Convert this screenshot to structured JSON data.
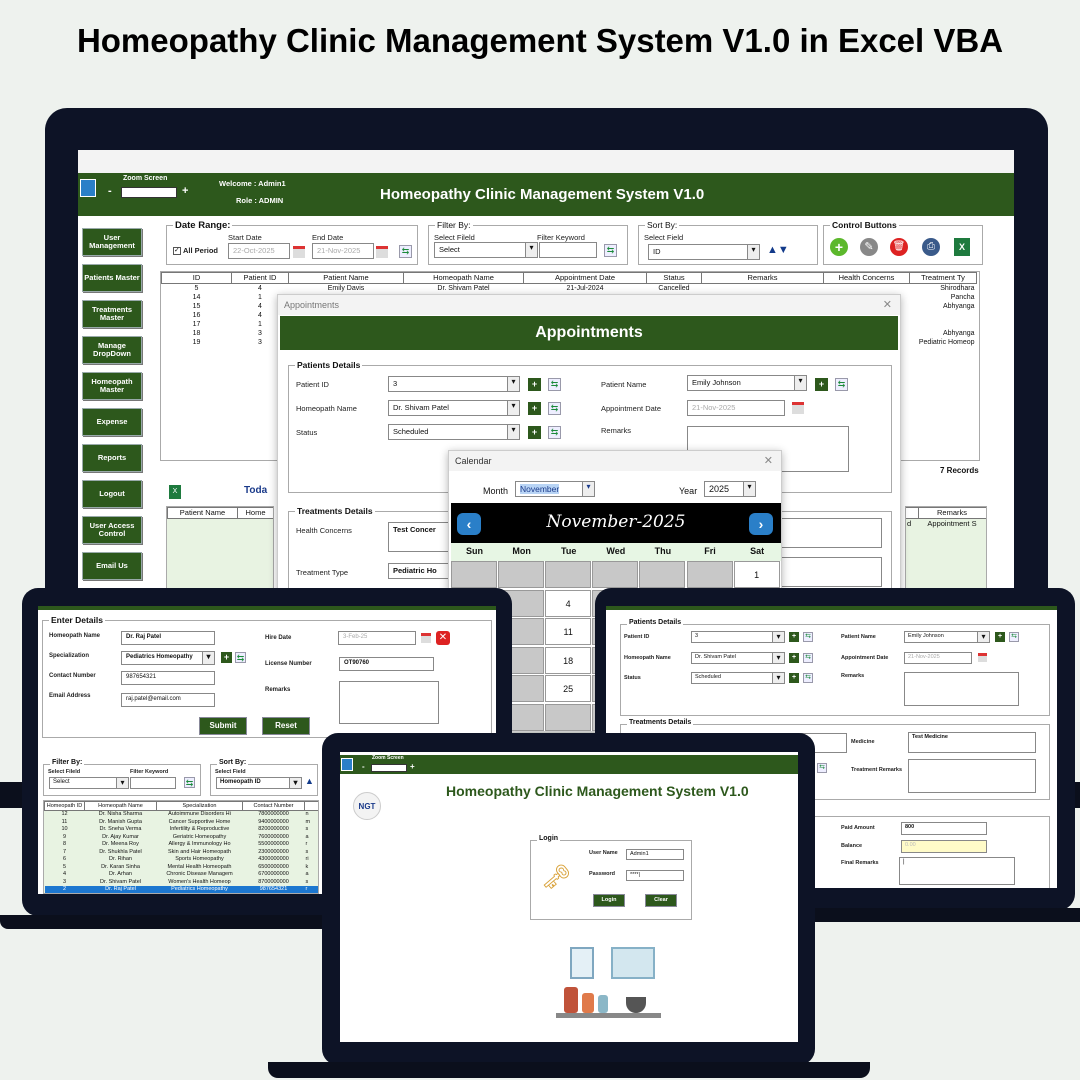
{
  "banner": {
    "title": "Homeopathy Clinic Management System V1.0 in Excel VBA"
  },
  "main": {
    "zoom_label": "Zoom Screen",
    "zoom_minus": "-",
    "zoom_plus": "+",
    "welcome": "Welcome :  Admin1",
    "role": "Role :  ADMIN",
    "header_title": "Homeopathy Clinic Management System V1.0",
    "sidebar": [
      "User Management",
      "Patients Master",
      "Treatments Master",
      "Manage DropDown",
      "Homeopath Master",
      "Expense",
      "Reports",
      "Logout",
      "User Access Control",
      "Email Us"
    ],
    "date_range": {
      "legend": "Date Range:",
      "start_label": "Start Date",
      "end_label": "End Date",
      "all_period": "All Period",
      "start": "22-Oct-2025",
      "end": "21-Nov-2025"
    },
    "filter": {
      "legend": "Filter By:",
      "field_label": "Select Fileld",
      "keyword_label": "Filter Keyword",
      "field_value": "Select"
    },
    "sort": {
      "legend": "Sort By:",
      "field_label": "Select Field",
      "field_value": "ID"
    },
    "control": {
      "legend": "Control Buttons"
    },
    "table": {
      "columns": [
        "ID",
        "Patient ID",
        "Patient Name",
        "Homeopath Name",
        "Appointment Date",
        "Status",
        "Remarks",
        "Health Concerns",
        "Treatment Ty"
      ],
      "rows": [
        [
          "5",
          "4",
          "Emily Davis",
          "Dr. Shivam Patel",
          "21-Jul-2024",
          "Cancelled",
          "",
          "",
          "Shirodhara"
        ],
        [
          "14",
          "1",
          "",
          "",
          "",
          "",
          "",
          "",
          "Pancha"
        ],
        [
          "15",
          "4",
          "",
          "",
          "",
          "",
          "",
          "",
          "Abhyanga"
        ],
        [
          "16",
          "4",
          "",
          "",
          "",
          "",
          "",
          "",
          ""
        ],
        [
          "17",
          "1",
          "",
          "",
          "",
          "",
          "",
          "",
          ""
        ],
        [
          "18",
          "3",
          "",
          "",
          "",
          "",
          "",
          "",
          "Abhyanga"
        ],
        [
          "19",
          "3",
          "",
          "",
          "",
          "",
          "",
          "",
          "Pediatric Homeop"
        ]
      ]
    },
    "records": "7 Records",
    "today_label": "Toda",
    "table2": {
      "columns": [
        "Patient Name",
        "Home"
      ],
      "right_columns": [
        "Remarks"
      ],
      "right_cell": "Appointment S",
      "right_d": "d"
    }
  },
  "appointments": {
    "window_title": "Appointments",
    "header": "Appointments",
    "patients_legend": "Patients Details",
    "patient_id_label": "Patient ID",
    "patient_id": "3",
    "homeopath_label": "Homeopath Name",
    "homeopath": "Dr. Shivam Patel",
    "status_label": "Status",
    "status": "Scheduled",
    "patient_name_label": "Patient Name",
    "patient_name": "Emily Johnson",
    "appt_date_label": "Appointment Date",
    "appt_date": "21-Nov-2025",
    "remarks_label": "Remarks",
    "treat_legend": "Treatments Details",
    "health_label": "Health Concerns",
    "health": "Test Concer",
    "treat_type_label": "Treatment Type",
    "treat_type": "Pediatric Ho"
  },
  "calendar": {
    "window_title": "Calendar",
    "month_label": "Month",
    "month": "November",
    "year_label": "Year",
    "year": "2025",
    "heading": "November-2025",
    "days": [
      "Sun",
      "Mon",
      "Tue",
      "Wed",
      "Thu",
      "Fri",
      "Sat"
    ],
    "rows": [
      [
        "",
        "",
        "",
        "",
        "",
        "",
        "1"
      ],
      [
        "",
        "",
        "4",
        "",
        "",
        "",
        ""
      ],
      [
        "",
        "",
        "11",
        "",
        "",
        "",
        ""
      ],
      [
        "",
        "",
        "18",
        "",
        "",
        "",
        ""
      ],
      [
        "",
        "",
        "25",
        "",
        "",
        "",
        ""
      ],
      [
        "",
        "",
        "",
        "",
        "",
        "",
        ""
      ]
    ]
  },
  "homeopath_form": {
    "legend": "Enter Details",
    "name_label": "Homeopath Name",
    "name": "Dr. Raj Patel",
    "spec_label": "Specialization",
    "spec": "Pediatrics Homeopathy",
    "contact_label": "Contact Number",
    "contact": "987654321",
    "email_label": "Email Address",
    "email": "raj.patel@email.com",
    "hire_label": "Hire Date",
    "hire": "3-Feb-25",
    "license_label": "License Number",
    "license": "OT90760",
    "remarks_label": "Remarks",
    "submit": "Submit",
    "reset": "Reset",
    "filter_legend": "Filter By:",
    "filter_field_label": "Select Fileld",
    "filter_keyword_label": "Filter Keyword",
    "filter_field": "Select",
    "sort_legend": "Sort By:",
    "sort_field_label": "Select Field",
    "sort_field": "Homeopath ID",
    "columns": [
      "Homeopath ID",
      "Homeopath Name",
      "Specialization",
      "Contact Number",
      ""
    ],
    "rows": [
      [
        "12",
        "Dr. Nisha Sharma",
        "Autoimmune Disorders Hi",
        "7800000000",
        "n"
      ],
      [
        "11",
        "Dr. Manish Gupta",
        "Cancer Supportive Home",
        "9400000000",
        "m"
      ],
      [
        "10",
        "Dr. Sneha Verma",
        "Infertility & Reproductive",
        "8200000000",
        "s"
      ],
      [
        "9",
        "Dr. Ajay Kumar",
        "Geriatric Homeopathy",
        "7600000000",
        "a"
      ],
      [
        "8",
        "Dr. Meena Roy",
        "Allergy & Immunology Ho",
        "5500000000",
        "r"
      ],
      [
        "7",
        "Dr. Shukhla Patel",
        "Skin and Hair Homeopath",
        "2300000000",
        "s"
      ],
      [
        "6",
        "Dr. Rihan",
        "Sports Homeopathy",
        "4300000000",
        "ri"
      ],
      [
        "5",
        "Dr. Karan Sinha",
        "Mental Health Homeopath",
        "6500000000",
        "k"
      ],
      [
        "4",
        "Dr. Arhan",
        "Chronic Disease Managem",
        "6700000000",
        "a"
      ],
      [
        "3",
        "Dr. Shivam Patel",
        "Women's Health Homeop",
        "8700000000",
        "s"
      ],
      [
        "2",
        "Dr. Raj Patel",
        "Pediatrics Homeopathy",
        "987654321",
        "r"
      ]
    ],
    "selected_row": 10
  },
  "appt_right": {
    "legend": "Patients Details",
    "patient_id_label": "Patient ID",
    "patient_id": "3",
    "homeopath_label": "Homeopath Name",
    "homeopath": "Dr. Shivam Patel",
    "status_label": "Status",
    "status": "Scheduled",
    "patient_name_label": "Patient Name",
    "patient_name": "Emily Johnson",
    "appt_date_label": "Appointment Date",
    "appt_date": "21-Nov-2025",
    "remarks_label": "Remarks",
    "treat_legend": "Treatments Details",
    "medicine_label": "Medicine",
    "medicine": "Test Medicine",
    "treat_remarks_label": "Treatment Remarks",
    "paid_label": "Paid Amount",
    "paid": "800",
    "balance_label": "Balance",
    "balance": "0.00",
    "final_label": "Final Remarks",
    "final": "|"
  },
  "login": {
    "zoom_label": "Zoom Screen",
    "zoom_minus": "-",
    "zoom_plus": "+",
    "title": "Homeopathy Clinic Management System V1.0",
    "logo": "NGT",
    "legend": "Login",
    "user_label": "User Name",
    "user": "Admin1",
    "pass_label": "Password",
    "pass": "****|",
    "login": "Login",
    "clear": "Clear"
  },
  "colors": {
    "brand_green": "#2d581c",
    "frame": "#0d1326",
    "selected_row": "#1c77d0",
    "balance_bg": "#fffbc8"
  }
}
